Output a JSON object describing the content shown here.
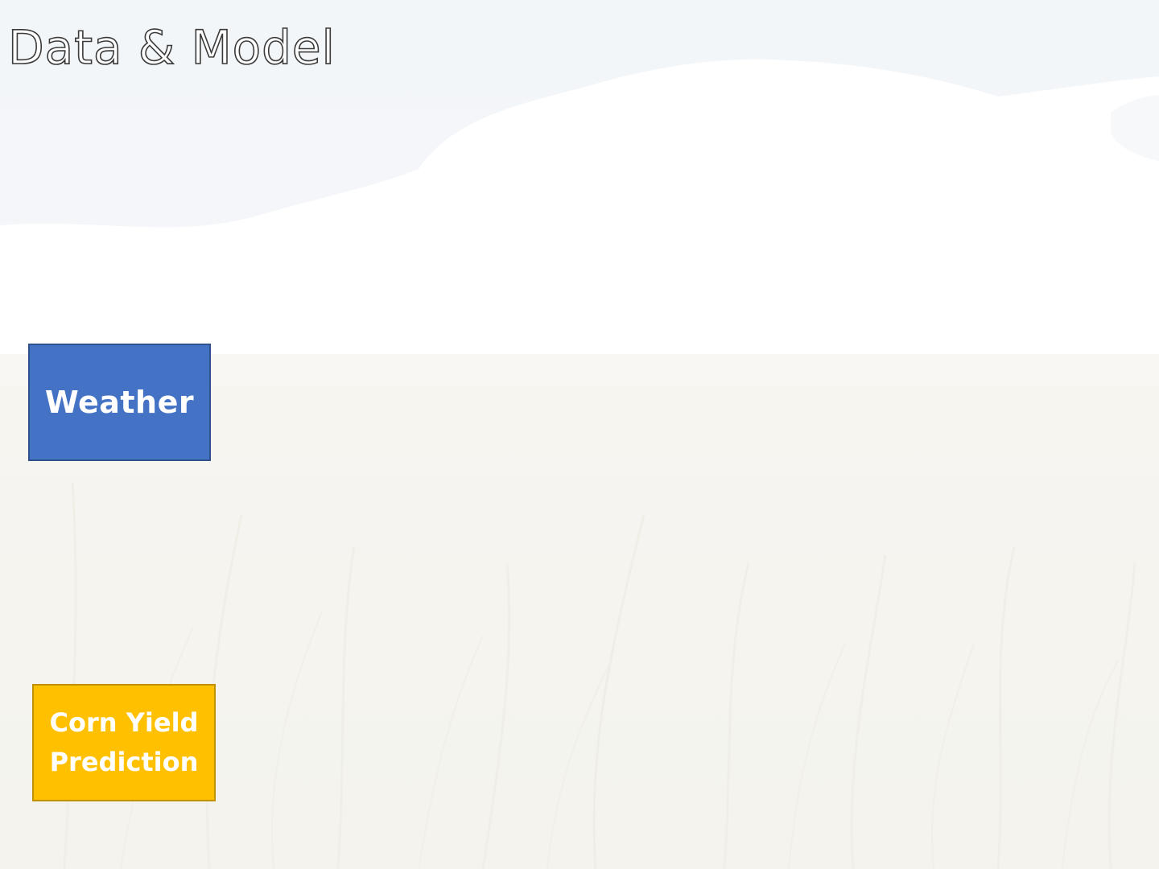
{
  "slide": {
    "title": "Data & Model"
  },
  "boxes": {
    "weather": {
      "label": "Weather",
      "color": "#4472C4"
    },
    "corn_yield": {
      "label": "Corn Yield Prediction",
      "color": "#FFC000"
    }
  },
  "background": {
    "description_colors": {
      "sky": "#f4f7fa",
      "cloud": "#ffffff",
      "field": "#f5f4ef"
    }
  }
}
